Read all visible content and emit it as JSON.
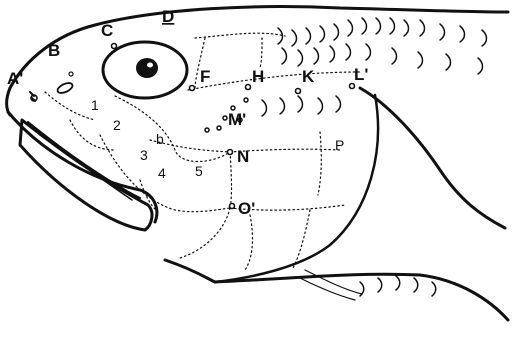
{
  "diagram": {
    "landmarks": {
      "A": "A'",
      "B": "B",
      "C": "C",
      "D": "D",
      "F": "F",
      "H": "H",
      "K": "K",
      "L": "L'",
      "M": "M'",
      "N": "N",
      "O": "O'",
      "P": "P",
      "b": "b"
    },
    "bones": [
      "1",
      "2",
      "3",
      "4",
      "5"
    ]
  }
}
